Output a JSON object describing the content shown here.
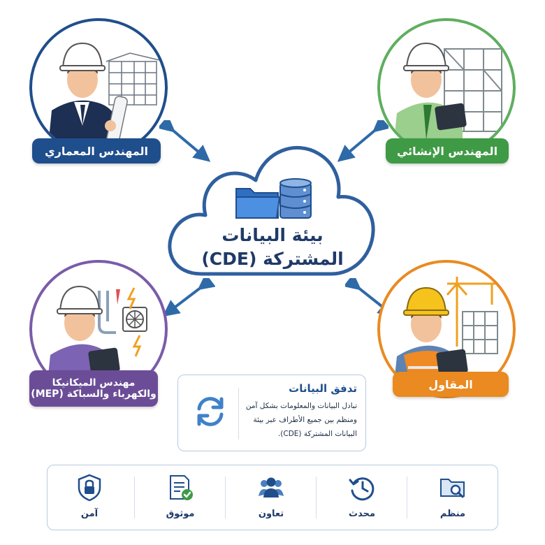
{
  "center": {
    "title_line1": "بيئة البيانات",
    "title_line2": "المشتركة (CDE)"
  },
  "roles": {
    "architect": "المهندس المعماري",
    "structural": "المهندس الإنشائي",
    "mep_line1": "مهندس الميكانيكا",
    "mep_line2": "والكهرباء والسباكة (MEP)",
    "contractor": "المقاول"
  },
  "data_flow": {
    "title": "تدفق البيانات",
    "line1": "تبادل البيانات والمعلومات بشكل آمن",
    "line2": "ومنظم بين جميع الأطراف عبر بيئة",
    "line3": "البيانات المشتركة (CDE)."
  },
  "features": [
    {
      "label": "منظم",
      "icon": "folder-search-icon"
    },
    {
      "label": "محدث",
      "icon": "history-clock-icon"
    },
    {
      "label": "تعاون",
      "icon": "team-icon"
    },
    {
      "label": "موثوق",
      "icon": "verified-document-icon"
    },
    {
      "label": "آمن",
      "icon": "security-lock-icon"
    }
  ],
  "colors": {
    "architect": "#1f4e8c",
    "structural": "#3f9a45",
    "mep": "#6b4d97",
    "contractor": "#ea8a21",
    "cloud_stroke": "#2f5f9e",
    "arrow": "#2f6aa8"
  }
}
